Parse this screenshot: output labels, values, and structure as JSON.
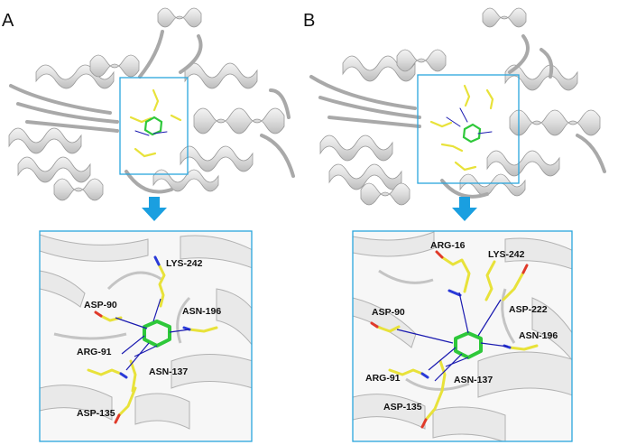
{
  "panels": [
    {
      "letter": "A",
      "residues": [
        "LYS-242",
        "ASP-90",
        "ASN-196",
        "ARG-91",
        "ASN-137",
        "ASP-135"
      ]
    },
    {
      "letter": "B",
      "residues": [
        "ARG-16",
        "LYS-242",
        "ASP-90",
        "ASP-222",
        "ASN-196",
        "ARG-91",
        "ASN-137",
        "ASP-135"
      ]
    }
  ],
  "colors": {
    "highlight_box": "#2aa6dd",
    "arrow": "#1a9fe0",
    "ligand": "#2ec83a",
    "residue_carbon": "#e8e23a",
    "oxygen": "#e03a2a",
    "nitrogen": "#2a3ad8",
    "hbond": "#1a1ab0",
    "cartoon": "#e6e6e6",
    "cartoon_edge": "#a9a9a9"
  },
  "icons": [
    "down-arrow-icon"
  ]
}
